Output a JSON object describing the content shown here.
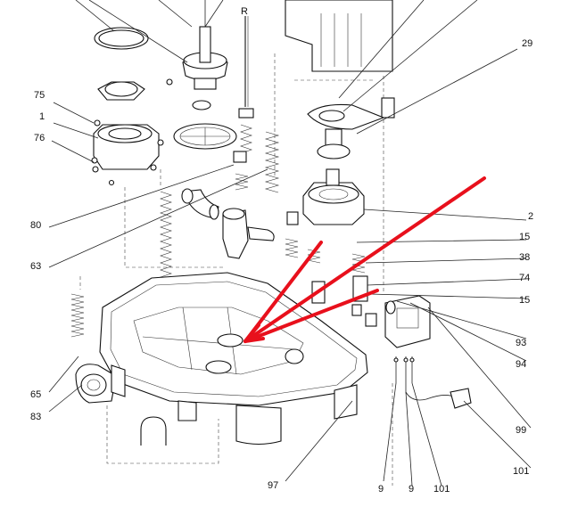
{
  "labels": [
    {
      "id": "label-75",
      "text": "75"
    },
    {
      "id": "label-1",
      "text": "1"
    },
    {
      "id": "label-76",
      "text": "76"
    },
    {
      "id": "label-80",
      "text": "80"
    },
    {
      "id": "label-63",
      "text": "63"
    },
    {
      "id": "label-65",
      "text": "65"
    },
    {
      "id": "label-83",
      "text": "83"
    },
    {
      "id": "label-97",
      "text": "97"
    },
    {
      "id": "label-29",
      "text": "29"
    },
    {
      "id": "label-2",
      "text": "2"
    },
    {
      "id": "label-15a",
      "text": "15"
    },
    {
      "id": "label-38",
      "text": "38"
    },
    {
      "id": "label-74",
      "text": "74"
    },
    {
      "id": "label-15b",
      "text": "15"
    },
    {
      "id": "label-93",
      "text": "93"
    },
    {
      "id": "label-94",
      "text": "94"
    },
    {
      "id": "label-99",
      "text": "99"
    },
    {
      "id": "label-101a",
      "text": "101"
    },
    {
      "id": "label-9a",
      "text": "9"
    },
    {
      "id": "label-9b",
      "text": "9"
    },
    {
      "id": "label-101b",
      "text": "101"
    },
    {
      "id": "label-r",
      "text": "R"
    }
  ],
  "colors": {
    "ink": "#111111",
    "arrow": "#e8101c",
    "background": "#ffffff"
  }
}
